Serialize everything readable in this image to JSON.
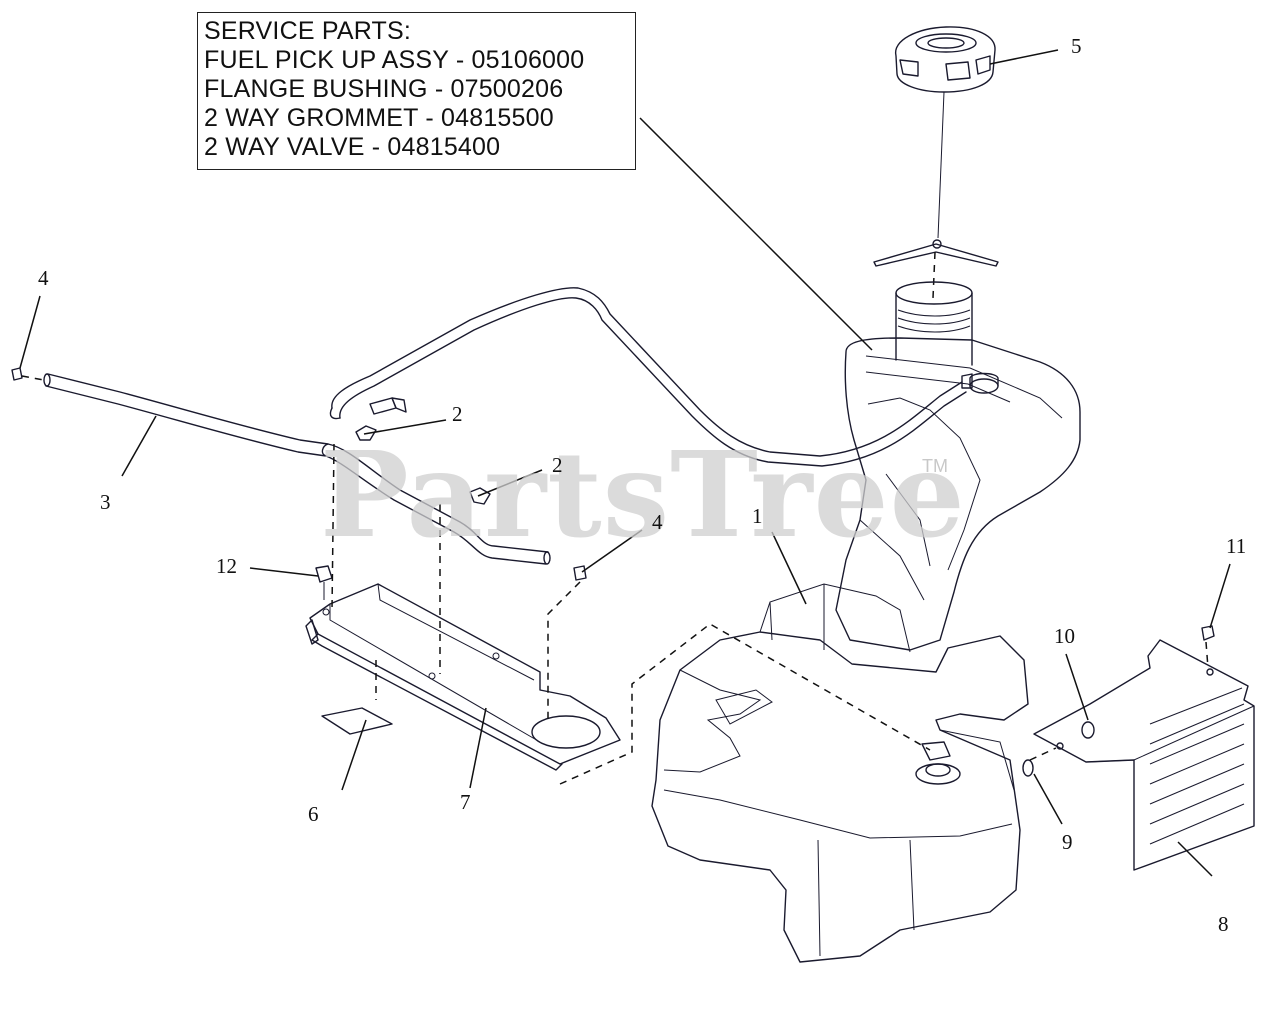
{
  "service_parts": {
    "title": "SERVICE PARTS:",
    "lines": [
      "FUEL PICK UP ASSY - 05106000",
      "FLANGE BUSHING - 07500206",
      "2 WAY GROMMET - 04815500",
      "2 WAY VALVE - 04815400"
    ]
  },
  "callouts": {
    "c1": "1",
    "c2a": "2",
    "c2b": "2",
    "c3": "3",
    "c4a": "4",
    "c4b": "4",
    "c5": "5",
    "c6": "6",
    "c7": "7",
    "c8": "8",
    "c9": "9",
    "c10": "10",
    "c11": "11",
    "c12": "12"
  },
  "watermark": {
    "text": "PartsTree",
    "trademark": "TM"
  },
  "colors": {
    "line": "#1a1a2e",
    "watermark": "#cfcfcf"
  }
}
